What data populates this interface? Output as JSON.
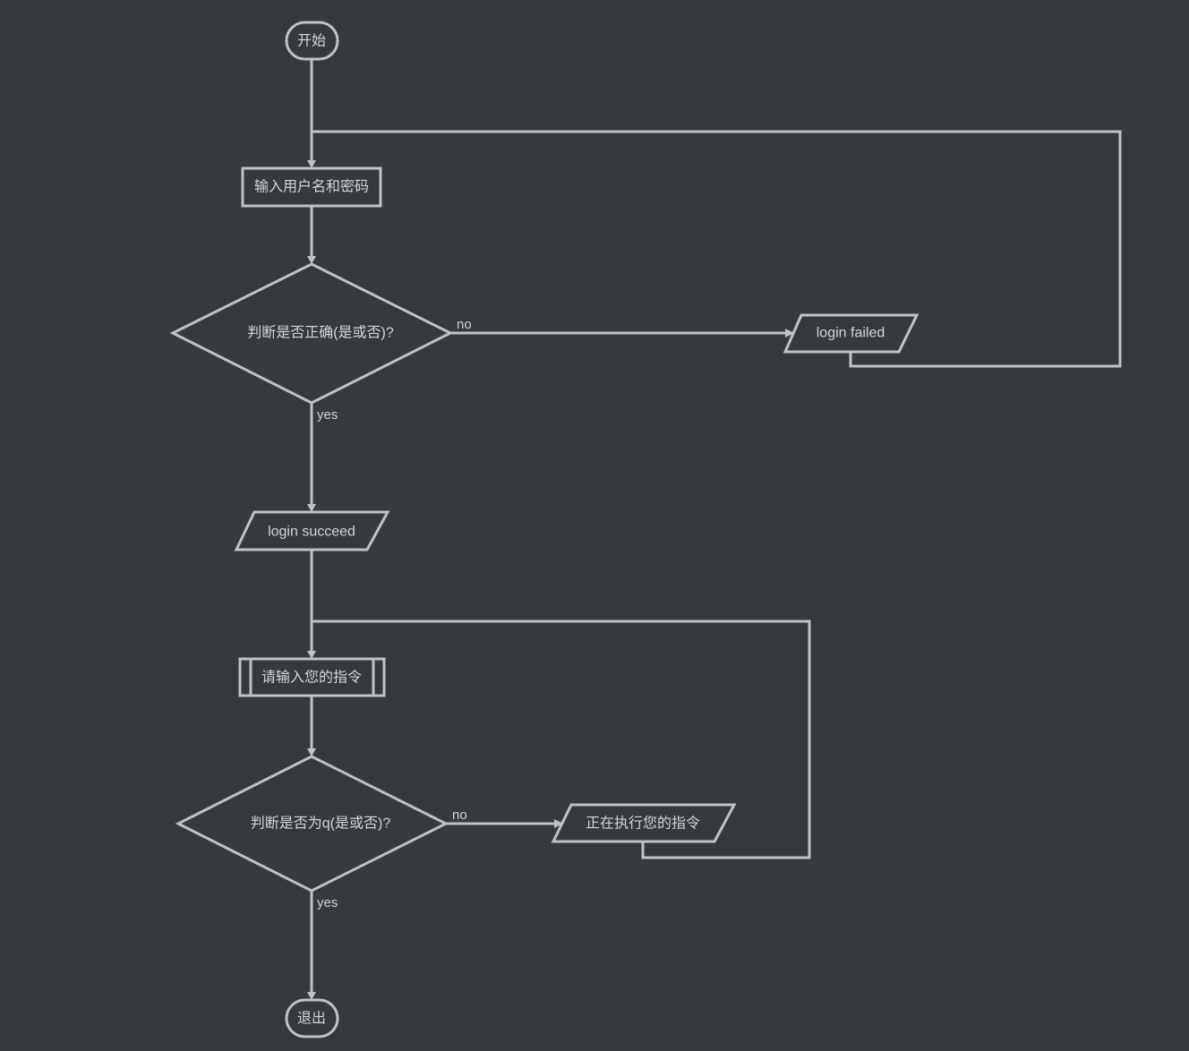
{
  "flowchart": {
    "nodes": {
      "start": "开始",
      "input_credentials": "输入用户名和密码",
      "check_credentials": "判断是否正确(是或否)?",
      "login_failed": "login failed",
      "login_succeed": "login succeed",
      "enter_command": "请输入您的指令",
      "check_quit": "判断是否为q(是或否)?",
      "executing_command": "正在执行您的指令",
      "exit": "退出"
    },
    "edge_labels": {
      "credentials_no": "no",
      "credentials_yes": "yes",
      "quit_no": "no",
      "quit_yes": "yes"
    }
  }
}
